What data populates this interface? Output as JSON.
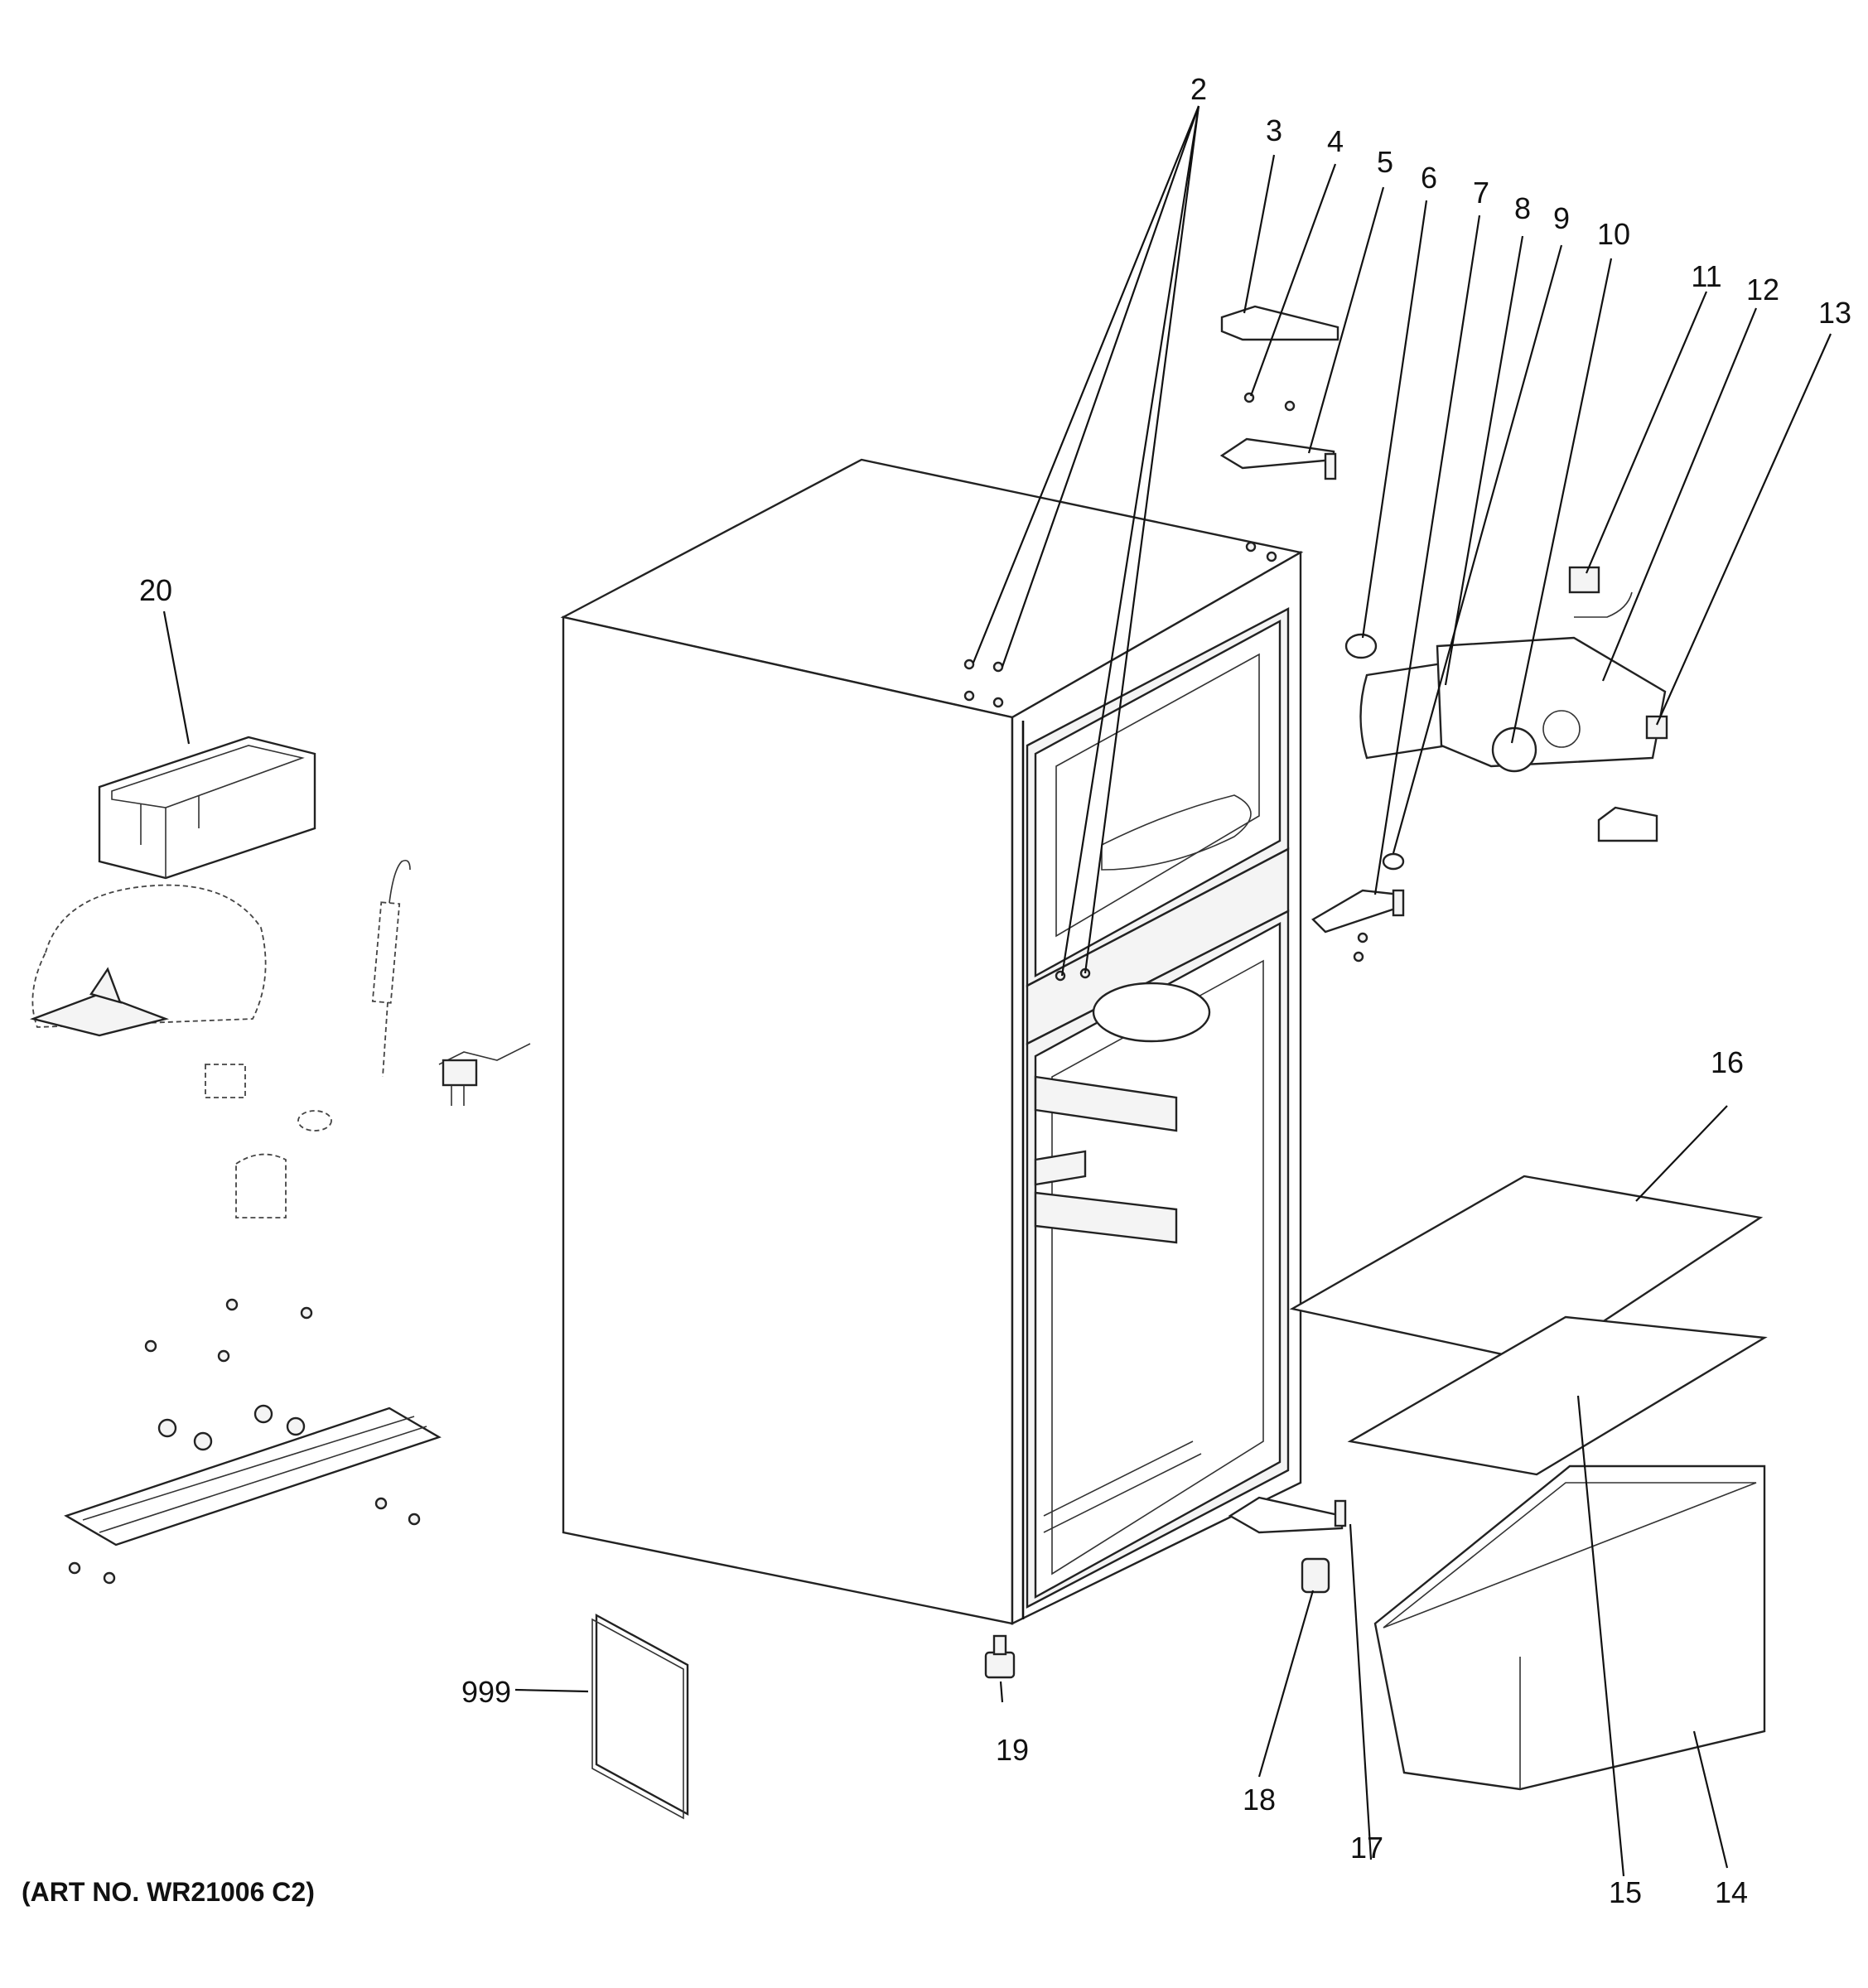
{
  "diagram": {
    "art_number": "(ART NO. WR21006 C2)",
    "callouts": [
      "2",
      "3",
      "4",
      "5",
      "6",
      "7",
      "8",
      "9",
      "10",
      "11",
      "12",
      "13",
      "14",
      "15",
      "16",
      "17",
      "18",
      "19",
      "20",
      "999"
    ]
  }
}
